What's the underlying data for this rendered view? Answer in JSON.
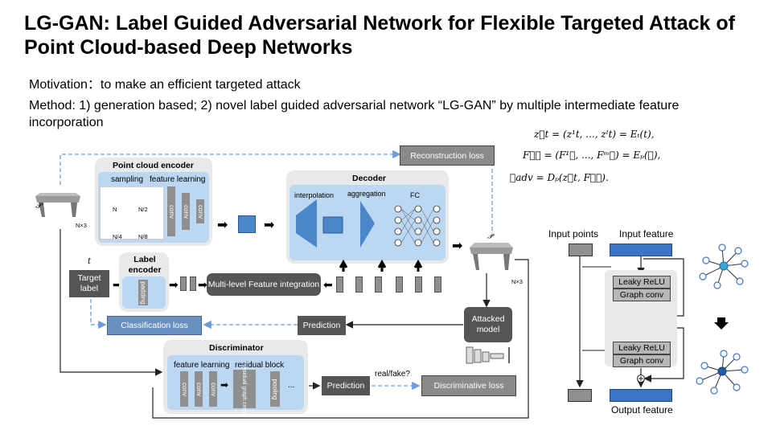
{
  "slide": {
    "title": "LG-GAN: Label Guided Adversarial Network for Flexible Targeted Attack of Point Cloud-based Deep Networks",
    "motivation": "Motivation：to make an efficient targeted attack",
    "method": "Method: 1) generation based; 2) novel label guided adversarial network “LG-GAN” by multiple intermediate feature incorporation"
  },
  "equations": [
    "z⃗t = (z¹t, ..., zˡt) = Eₜ(t),",
    "F⃗𝒫 = (F¹𝒫, ..., Fᵐ𝒫) = Eₚ(𝒫),",
    "𝒫adv = Dₚ(z⃗t, F⃗𝒫)."
  ],
  "diagram": {
    "input_symbol": "𝒫",
    "input_dim": "N×3",
    "output_symbol": "𝒫̃",
    "output_dim": "N×3",
    "t_symbol": "t",
    "reconstruction_loss": "Reconstruction loss",
    "point_cloud_encoder": {
      "title": "Point cloud encoder",
      "sampling": "sampling",
      "feature_learning": "feature learning",
      "sizes": [
        "N",
        "N/2",
        "N/4",
        "N/8"
      ],
      "conv": "conv"
    },
    "decoder": {
      "title": "Decoder",
      "interpolation": "interpolation",
      "aggregation": "aggregation",
      "fc": "FC"
    },
    "label_encoder": {
      "title": "Label encoder",
      "padding": "padding"
    },
    "target_label": "Target label",
    "multi_level": "Multi-level Feature integration",
    "classification_loss": "Classification loss",
    "prediction": "Prediction",
    "attacked_model": "Attacked model",
    "discriminator": {
      "title": "Discriminator",
      "feature_learning": "feature learning",
      "residual_block": "residual block",
      "conv": "conv",
      "residual_graph_conv": "residual graph conv",
      "pooling": "pooling",
      "ellipsis": "..."
    },
    "disc_prediction": "Prediction",
    "real_fake": "real/fake?",
    "discriminative_loss": "Discriminative loss"
  },
  "residual_module": {
    "input_points": "Input points",
    "input_feature": "Input feature",
    "leaky_relu": "Leaky ReLU",
    "graph_conv": "Graph conv",
    "output_feature": "Output feature"
  },
  "colors": {
    "panel": "#e9e9e9",
    "inner_blue": "#bcd7f1",
    "decoder_blue": "#4a86c8",
    "feature_blue": "#3d75c6",
    "dark_box": "#555555",
    "dashed_blue": "#6a9bd8"
  }
}
